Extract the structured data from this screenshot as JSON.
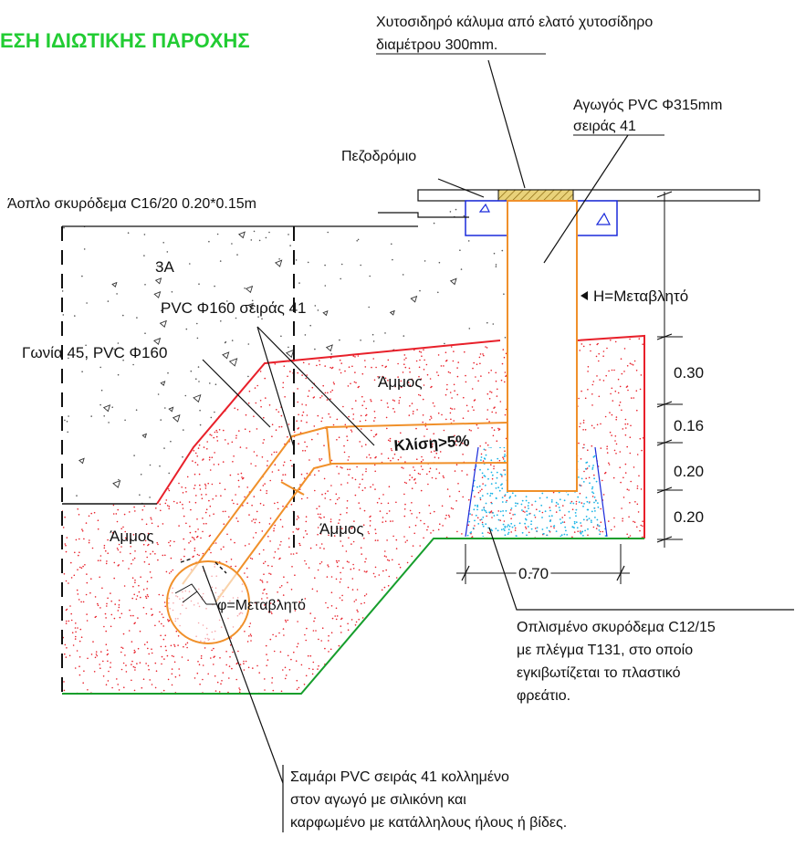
{
  "title": "ΕΣΗ ΙΔΙΩΤΙΚΗΣ ΠΑΡΟΧΗΣ",
  "labels": {
    "cover_line1": "Χυτοσιδηρό κάλυμα από ελατό χυτοσίδηρο",
    "cover_line2": "διαμέτρου 300mm.",
    "pipe315_line1": "Αγωγός PVC Φ315mm",
    "pipe315_line2": "σειράς 41",
    "sidewalk": "Πεζοδρόμιο",
    "plain_concrete": "Άοπλο σκυρόδεμα C16/20 0.20*0.15m",
    "material_3a": "3A",
    "pvc160": "PVC Φ160 σειράς 41",
    "elbow45": "Γωνία 45, PVC Φ160",
    "sand_upper": "Άμμος",
    "sand_left": "Άμμος",
    "sand_mid": "Άμμος",
    "slope": "Κλίση>5%",
    "phi_variable": "φ=Μεταβλητό",
    "h_variable": "H=Μεταβλητό",
    "reinforced_line1": "Οπλισμένο σκυρόδεμα C12/15",
    "reinforced_line2": "με πλέγμα Τ131, στο οποίο",
    "reinforced_line3": "εγκιβωτίζεται το πλαστικό",
    "reinforced_line4": "φρεάτιο.",
    "saddle_line1": "Σαμάρι PVC σειράς 41 κολλημένο",
    "saddle_line2": "στον αγωγό με σιλικόνη και",
    "saddle_line3": "καρφωμένο με κατάλληλους ήλους ή βίδες."
  },
  "dimensions": {
    "d030": "0.30",
    "d016": "0.16",
    "d020a": "0.20",
    "d020b": "0.20",
    "width070": "0.70"
  },
  "colors": {
    "title": "#22cc33",
    "sand_dots": "#e8202a",
    "concrete_dots": "#19b4e6",
    "pipe": "#f0902a",
    "ground_line": "#169e2c",
    "curb_concrete": "#1a2adb",
    "cover_hatch": "#b8962a"
  }
}
